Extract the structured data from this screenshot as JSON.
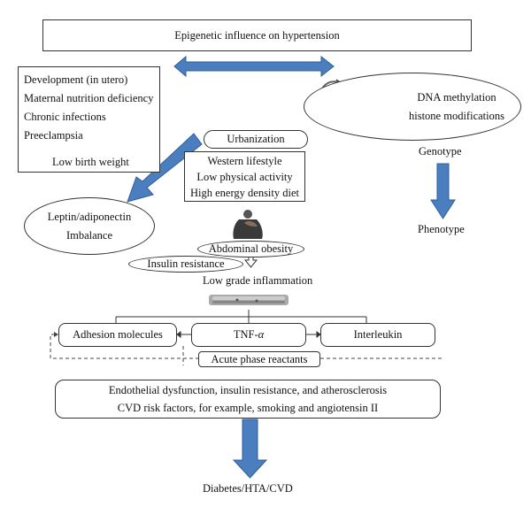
{
  "title": "Epigenetic influence on hypertension",
  "development": {
    "items": [
      "Development (in utero)",
      "Maternal nutrition deficiency",
      "Chronic infections",
      "Preeclampsia"
    ],
    "result": "Low birth weight"
  },
  "epigenetic": {
    "line1": "DNA methylation",
    "line2": "histone modifications"
  },
  "genotype": "Genotype",
  "phenotype": "Phenotype",
  "urbanization": "Urbanization",
  "lifestyle": [
    "Western lifestyle",
    "Low physical activity",
    "High energy density diet"
  ],
  "leptin": {
    "line1": "Leptin/adiponectin",
    "line2": "Imbalance"
  },
  "abdominal_obesity": "Abdominal obesity",
  "insulin_resistance": "Insulin resistance",
  "low_grade_inflammation": "Low grade inflammation",
  "mediators": {
    "adhesion": "Adhesion molecules",
    "tnf": "TNF-",
    "tnf_alpha": "α",
    "interleukin": "Interleukin",
    "acute_phase": "Acute phase reactants"
  },
  "outcomes": {
    "line1": "Endothelial dysfunction, insulin resistance, and atherosclerosis",
    "line2": "CVD risk factors, for example, smoking and angiotensin II"
  },
  "final": "Diabetes/HTA/CVD",
  "colors": {
    "arrow_blue": "#4a7ebf",
    "arrow_dark": "#2f5f97",
    "border": "#333333"
  }
}
